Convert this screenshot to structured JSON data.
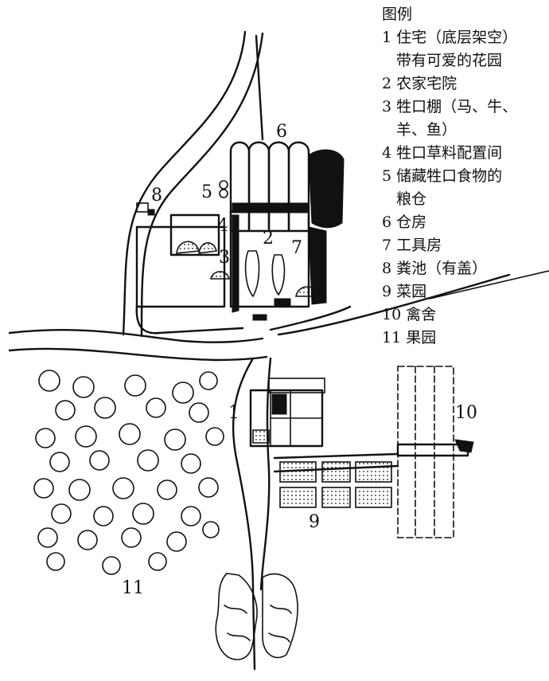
{
  "legend": {
    "title": "图例",
    "items": [
      {
        "line1": "1 住宅（底层架空）",
        "line2": "带有可爱的花园"
      },
      {
        "line1": "2 农家宅院"
      },
      {
        "line1": "3 牲口棚（马、牛、",
        "line2": "羊、鱼）"
      },
      {
        "line1": "4 牲口草料配置间"
      },
      {
        "line1": "5 储藏牲口食物的",
        "line2": "粮仓"
      },
      {
        "line1": "6 仓房"
      },
      {
        "line1": "7 工具房"
      },
      {
        "line1": "8 粪池（有盖）"
      },
      {
        "line1": "9 菜园"
      },
      {
        "line1": "10 禽舍"
      },
      {
        "line1": "11 果园"
      }
    ]
  },
  "map_labels": {
    "n1": "1",
    "n2": "2",
    "n3": "3",
    "n4": "4",
    "n5": "5",
    "n6": "6",
    "n7": "7",
    "n8": "8",
    "n9": "9",
    "n10": "10",
    "n11": "11"
  }
}
